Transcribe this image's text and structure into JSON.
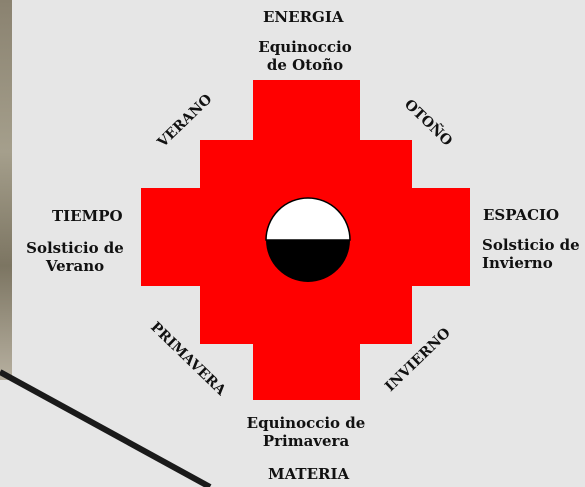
{
  "colors": {
    "cross": "#ff0000",
    "circle_top": "#ffffff",
    "circle_bottom": "#000000",
    "background": "#e6e6e6",
    "text": "#111111"
  },
  "labels": {
    "top_title": "ENERGIA",
    "top_sub_1": "Equinoccio",
    "top_sub_2": "de Otoño",
    "bottom_sub_1": "Equinoccio de",
    "bottom_sub_2": "Primavera",
    "bottom_title": "MATERIA",
    "left_title": "TIEMPO",
    "left_sub_1": "Solsticio de",
    "left_sub_2": "Verano",
    "right_title": "ESPACIO",
    "right_sub_1": "Solsticio de",
    "right_sub_2": "Invierno",
    "season_top_left": "VERANO",
    "season_top_right": "OTOÑO",
    "season_bottom_left": "PRIMAVERA",
    "season_bottom_right": "INVIERNO"
  }
}
